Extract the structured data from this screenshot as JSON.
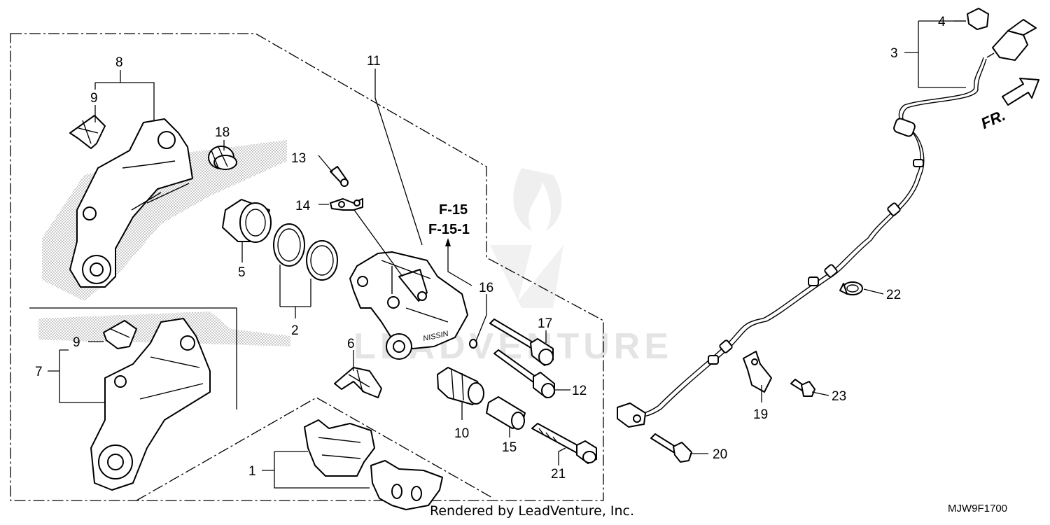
{
  "diagram": {
    "callouts": [
      {
        "id": "1",
        "label": "1"
      },
      {
        "id": "2",
        "label": "2"
      },
      {
        "id": "3",
        "label": "3"
      },
      {
        "id": "4",
        "label": "4"
      },
      {
        "id": "5",
        "label": "5"
      },
      {
        "id": "6",
        "label": "6"
      },
      {
        "id": "7",
        "label": "7"
      },
      {
        "id": "8",
        "label": "8"
      },
      {
        "id": "9a",
        "label": "9"
      },
      {
        "id": "9b",
        "label": "9"
      },
      {
        "id": "10",
        "label": "10"
      },
      {
        "id": "11",
        "label": "11"
      },
      {
        "id": "12",
        "label": "12"
      },
      {
        "id": "13",
        "label": "13"
      },
      {
        "id": "14",
        "label": "14"
      },
      {
        "id": "15",
        "label": "15"
      },
      {
        "id": "16",
        "label": "16"
      },
      {
        "id": "17",
        "label": "17"
      },
      {
        "id": "18",
        "label": "18"
      },
      {
        "id": "19",
        "label": "19"
      },
      {
        "id": "20",
        "label": "20"
      },
      {
        "id": "21",
        "label": "21"
      },
      {
        "id": "22",
        "label": "22"
      },
      {
        "id": "23",
        "label": "23"
      }
    ],
    "references": [
      "F-15",
      "F-15-1"
    ],
    "direction_label": "FR.",
    "caliper_logo": "NISSIN",
    "watermark": "LEADVENTURE",
    "caption": "Rendered by LeadVenture, Inc.",
    "diagram_code": "MJW9F1700"
  }
}
